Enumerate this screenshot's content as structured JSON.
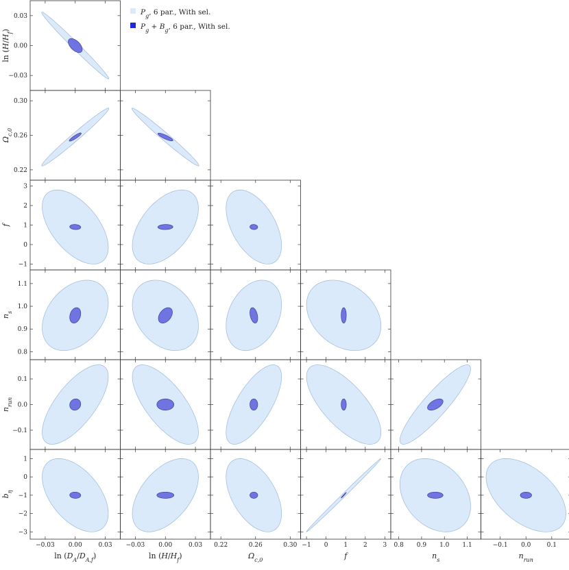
{
  "chart_data": {
    "type": "scatter",
    "subtype": "triangle-corner-plot-confidence-ellipses",
    "grid": false,
    "legend_position": "top-right of triangle (upper empty area)",
    "legend": [
      {
        "label": "P_g, 6 par., With sel.",
        "color": "#dbeafb",
        "edge": "#9ab8d8"
      },
      {
        "label": "P_g + B_g, 6 par., With sel.",
        "color": "#6f74e0",
        "edge": "#3a3f9a",
        "swatch": "#1f2ad6"
      }
    ],
    "parameters": [
      {
        "key": "lnDA",
        "label": "ln (D_A/D_A,f)",
        "center": 0.0,
        "range": [
          -0.045,
          0.045
        ],
        "ticks": [
          -0.03,
          0.0,
          0.03
        ],
        "tick_labels": [
          "−0.03",
          "0.00",
          "0.03"
        ]
      },
      {
        "key": "lnH",
        "label": "ln (H/H_f)",
        "center": 0.0,
        "range": [
          -0.045,
          0.045
        ],
        "ticks": [
          -0.03,
          0.0,
          0.03
        ],
        "tick_labels": [
          "−0.03",
          "0.00",
          "0.03"
        ]
      },
      {
        "key": "Om",
        "label": "Ω_c,0",
        "center": 0.258,
        "range": [
          0.208,
          0.312
        ],
        "ticks": [
          0.22,
          0.26,
          0.3
        ],
        "tick_labels": [
          "0.22",
          "0.26",
          "0.30"
        ]
      },
      {
        "key": "f",
        "label": "f",
        "center": 0.9,
        "range": [
          -1.3,
          3.3
        ],
        "ticks": [
          -1,
          0,
          1,
          2,
          3
        ],
        "tick_labels": [
          "−1",
          "0",
          "1",
          "2",
          "3"
        ]
      },
      {
        "key": "ns",
        "label": "n_s",
        "center": 0.96,
        "range": [
          0.765,
          1.16
        ],
        "ticks": [
          0.8,
          0.9,
          1.0,
          1.1
        ],
        "tick_labels": [
          "0.8",
          "0.9",
          "1.0",
          "1.1"
        ]
      },
      {
        "key": "nrun",
        "label": "n_run",
        "center": 0.0,
        "range": [
          -0.175,
          0.175
        ],
        "ticks": [
          -0.1,
          0.0,
          0.1
        ],
        "tick_labels": [
          "−0.1",
          "0.0",
          "0.1"
        ]
      },
      {
        "key": "bq",
        "label": "b_η",
        "center": -1.0,
        "range": [
          -3.4,
          1.5
        ],
        "ticks": [
          -3,
          -2,
          -1,
          0,
          1
        ],
        "tick_labels": [
          "−3",
          "−2",
          "−1",
          "0",
          "1"
        ]
      }
    ],
    "panels": [
      {
        "row": 1,
        "col": 0,
        "outer": {
          "sx": 0.0335,
          "sy": 0.0335,
          "rho": -0.99
        },
        "inner": {
          "sx": 0.007,
          "sy": 0.007,
          "rho": -0.55
        }
      },
      {
        "row": 2,
        "col": 0,
        "outer": {
          "sx": 0.0335,
          "sy": 0.0335,
          "rho": 0.985
        },
        "inner": {
          "sx": 0.006,
          "sy": 0.0048,
          "rho": 0.9
        }
      },
      {
        "row": 2,
        "col": 1,
        "outer": {
          "sx": 0.0335,
          "sy": 0.0335,
          "rho": -0.985
        },
        "inner": {
          "sx": 0.0075,
          "sy": 0.0045,
          "rho": -0.85
        }
      },
      {
        "row": 3,
        "col": 0,
        "outer": {
          "sx": 0.033,
          "sy": 1.9,
          "rho": -0.55
        },
        "inner": {
          "sx": 0.0055,
          "sy": 0.13,
          "rho": -0.1
        }
      },
      {
        "row": 3,
        "col": 1,
        "outer": {
          "sx": 0.033,
          "sy": 1.9,
          "rho": 0.5
        },
        "inner": {
          "sx": 0.0075,
          "sy": 0.13,
          "rho": 0.05
        }
      },
      {
        "row": 3,
        "col": 2,
        "outer": {
          "sx": 0.032,
          "sy": 1.9,
          "rho": -0.5
        },
        "inner": {
          "sx": 0.0045,
          "sy": 0.13,
          "rho": -0.05
        }
      },
      {
        "row": 4,
        "col": 0,
        "outer": {
          "sx": 0.033,
          "sy": 0.155,
          "rho": 0.35
        },
        "inner": {
          "sx": 0.0055,
          "sy": 0.034,
          "rho": 0.25
        }
      },
      {
        "row": 4,
        "col": 1,
        "outer": {
          "sx": 0.033,
          "sy": 0.155,
          "rho": -0.3
        },
        "inner": {
          "sx": 0.007,
          "sy": 0.034,
          "rho": 0.4
        }
      },
      {
        "row": 4,
        "col": 2,
        "outer": {
          "sx": 0.032,
          "sy": 0.155,
          "rho": 0.3
        },
        "inner": {
          "sx": 0.0045,
          "sy": 0.034,
          "rho": -0.35
        }
      },
      {
        "row": 4,
        "col": 3,
        "outer": {
          "sx": 1.9,
          "sy": 0.155,
          "rho": -0.3
        },
        "inner": {
          "sx": 0.13,
          "sy": 0.034,
          "rho": 0.0
        }
      },
      {
        "row": 5,
        "col": 0,
        "outer": {
          "sx": 0.033,
          "sy": 0.155,
          "rho": 0.7
        },
        "inner": {
          "sx": 0.0055,
          "sy": 0.022,
          "rho": 0.1
        }
      },
      {
        "row": 5,
        "col": 1,
        "outer": {
          "sx": 0.033,
          "sy": 0.155,
          "rho": -0.7
        },
        "inner": {
          "sx": 0.0085,
          "sy": 0.022,
          "rho": 0.0
        }
      },
      {
        "row": 5,
        "col": 2,
        "outer": {
          "sx": 0.032,
          "sy": 0.155,
          "rho": 0.7
        },
        "inner": {
          "sx": 0.0045,
          "sy": 0.022,
          "rho": 0.0
        }
      },
      {
        "row": 5,
        "col": 3,
        "outer": {
          "sx": 1.9,
          "sy": 0.155,
          "rho": -0.7
        },
        "inner": {
          "sx": 0.13,
          "sy": 0.022,
          "rho": 0.0
        }
      },
      {
        "row": 5,
        "col": 4,
        "outer": {
          "sx": 0.155,
          "sy": 0.155,
          "rho": 0.9
        },
        "inner": {
          "sx": 0.034,
          "sy": 0.022,
          "rho": 0.55
        }
      },
      {
        "row": 6,
        "col": 0,
        "outer": {
          "sx": 0.033,
          "sy": 2.0,
          "rho": -0.5
        },
        "inner": {
          "sx": 0.0055,
          "sy": 0.17,
          "rho": -0.05
        }
      },
      {
        "row": 6,
        "col": 1,
        "outer": {
          "sx": 0.033,
          "sy": 2.0,
          "rho": 0.5
        },
        "inner": {
          "sx": 0.0085,
          "sy": 0.17,
          "rho": 0.0
        }
      },
      {
        "row": 6,
        "col": 2,
        "outer": {
          "sx": 0.032,
          "sy": 2.0,
          "rho": -0.5
        },
        "inner": {
          "sx": 0.0045,
          "sy": 0.17,
          "rho": 0.0
        }
      },
      {
        "row": 6,
        "col": 3,
        "outer": {
          "sx": 1.9,
          "sy": 2.0,
          "rho": 0.998
        },
        "inner": {
          "sx": 0.13,
          "sy": 0.15,
          "rho": 0.98
        }
      },
      {
        "row": 6,
        "col": 4,
        "outer": {
          "sx": 0.155,
          "sy": 2.0,
          "rho": -0.3
        },
        "inner": {
          "sx": 0.034,
          "sy": 0.17,
          "rho": 0.0
        }
      },
      {
        "row": 6,
        "col": 5,
        "outer": {
          "sx": 0.155,
          "sy": 2.0,
          "rho": -0.5
        },
        "inner": {
          "sx": 0.022,
          "sy": 0.17,
          "rho": 0.0
        }
      }
    ],
    "contour_level": "1-sigma confidence ellipse"
  }
}
